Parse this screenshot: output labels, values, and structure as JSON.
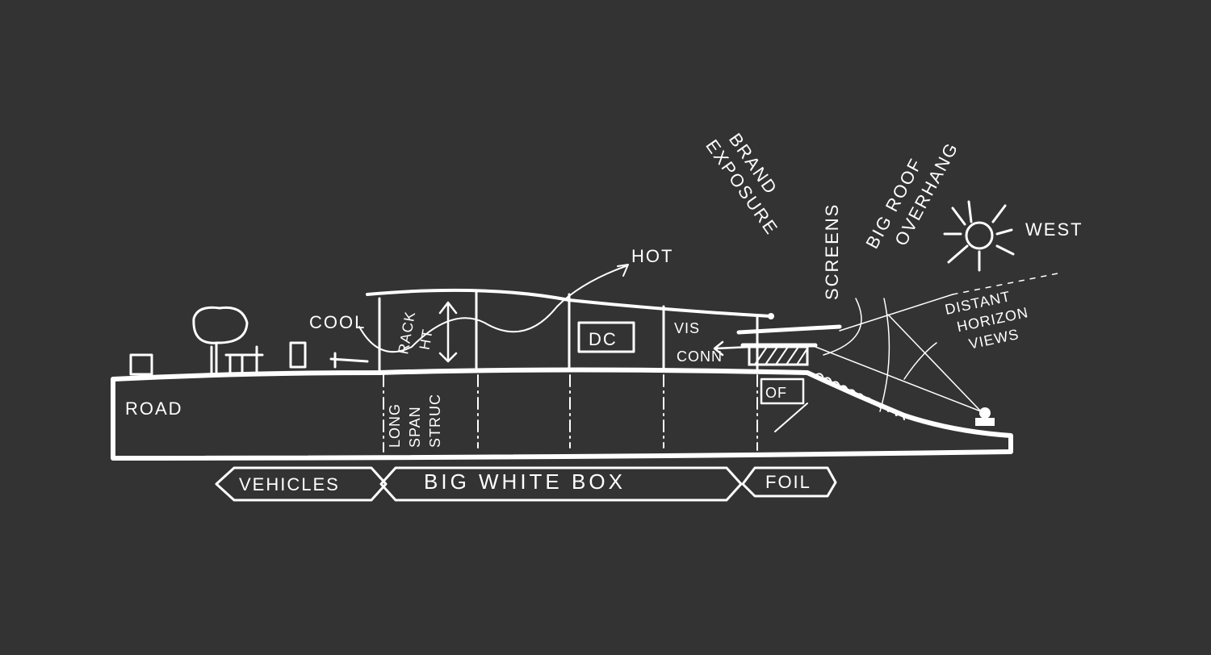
{
  "labels": {
    "hot": "HOT",
    "cool": "COOL",
    "rack_ht": [
      "RACK",
      "HT"
    ],
    "dc": "DC",
    "vis_conn": [
      "VIS",
      "CONN"
    ],
    "road": "ROAD",
    "long_span_struc": [
      "LONG",
      "SPAN",
      "STRUC"
    ],
    "of": "OF",
    "brand_exposure": [
      "BRAND",
      "EXPOSURE"
    ],
    "screens": "SCREENS",
    "big_roof_overhang": [
      "BIG ROOF",
      "OVERHANG"
    ],
    "west": "WEST",
    "distant_horizon_views": [
      "DISTANT",
      "HORIZON",
      "VIEWS"
    ]
  },
  "zones": [
    "VEHICLES",
    "BIG WHITE BOX",
    "FOIL"
  ],
  "colors": {
    "background": "#333333",
    "ink": "#ffffff"
  }
}
